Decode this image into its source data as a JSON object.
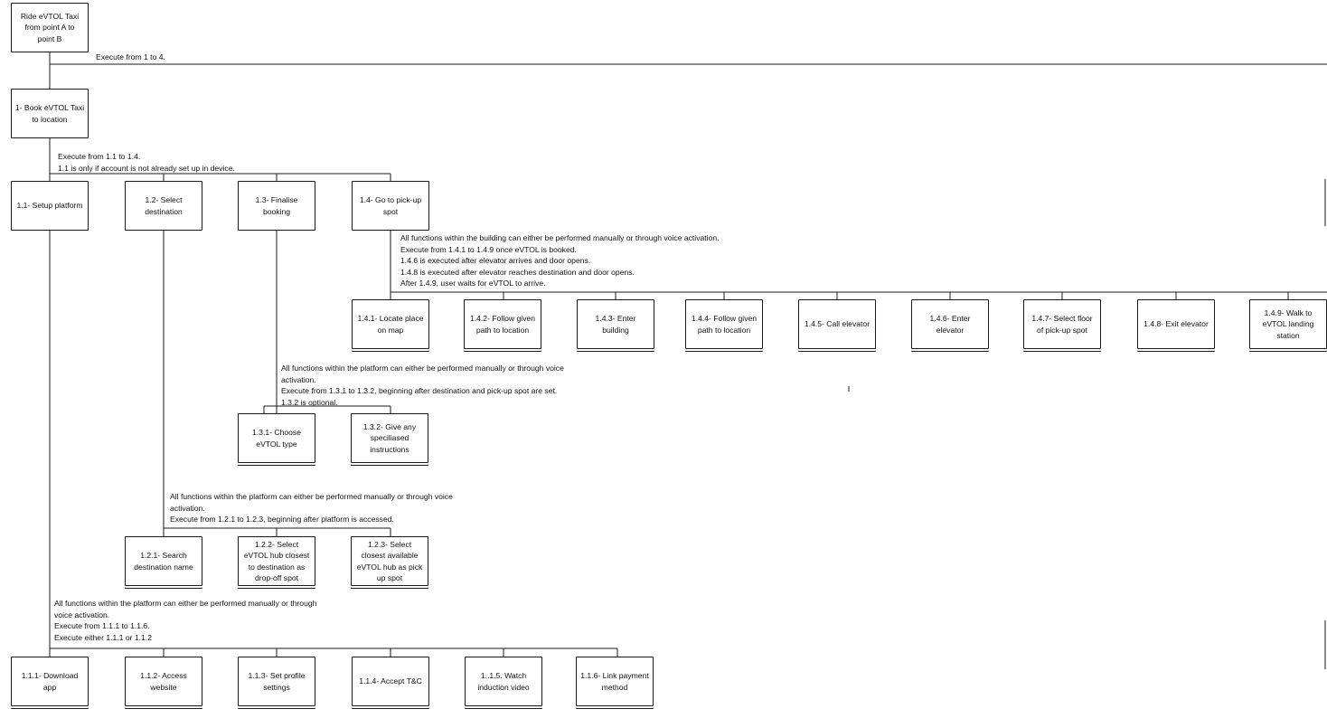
{
  "nodes": {
    "root": "Ride eVTOL Taxi\nfrom point A to\npoint B",
    "n1": "1- Book eVTOL Taxi\nto location",
    "n11": "1.1- Setup platform",
    "n12": "1.2- Select\ndestination",
    "n13": "1.3- Finalise\nbooking",
    "n14": "1.4- Go to pick-up\nspot",
    "n141": "1.4.1- Locate place\non map",
    "n142": "1.4.2- Follow given\npath to location",
    "n143": "1.4.3- Enter\nbuilding",
    "n144": "1.4.4- Follow given\npath to location",
    "n145": "1.4.5- Call elevator",
    "n146": "1.4.6- Enter\nelevator",
    "n147": "1.4.7- Select floor\nof pick-up spot",
    "n148": "1.4.8- Exit elevator",
    "n149": "1.4.9- Walk to\neVTOL landing\nstation",
    "n131": "1.3.1- Choose\neVTOL type",
    "n132": "1.3.2- Give any\nspeciliased\ninstructions",
    "n121": "1.2.1- Search\ndestination name",
    "n122": "1.2.2- Select\neVTOL hub closest\nto destination as\ndrop-off spot",
    "n123": "1.2.3- Select\nclosest available\neVTOL hub as pick\nup spot",
    "n111": "1.1.1- Download app",
    "n112": "1.1.2- Access\nwebsite",
    "n113": "1.1.3- Set profile\nsettings",
    "n114": "1.1.4- Accept T&C",
    "n115": "1..1.5. Watch\ninduction video",
    "n116": "1.1.6- Link payment\nmethod"
  },
  "notes": {
    "plan0": "Execute from 1 to 4.",
    "plan1": "Execute from 1.1 to 1.4.\n1.1 is only if account is not already set up in device.",
    "plan14": "All functions within the building can either be performed manually or through voice activation.\nExecute from 1.4.1 to 1.4.9 once eVTOL is booked.\n1.4.6 is executed after elevator arrives and door opens.\n1.4.8 is executed after elevator reaches destination and door opens.\nAfter 1.4.9, user waits for eVTOL to arrive.",
    "plan13": "All functions within the platform can either be performed manually or through voice\nactivation.\nExecute from 1.3.1 to 1.3.2, beginning after destination and pick-up spot are set.\n1.3.2 is optional.",
    "plan12": "All functions within the platform can either be performed manually or through voice\nactivation.\nExecute from 1.2.1 to 1.2.3, beginning after platform is accessed.",
    "plan11": "All functions within the platform can either be performed manually or through\nvoice activation.\nExecute from 1.1.1 to 1.1.6.\nExecute either 1.1.1 or 1.1.2"
  },
  "colors": {
    "stroke": "#1a1a1a",
    "background": "#ffffff"
  }
}
